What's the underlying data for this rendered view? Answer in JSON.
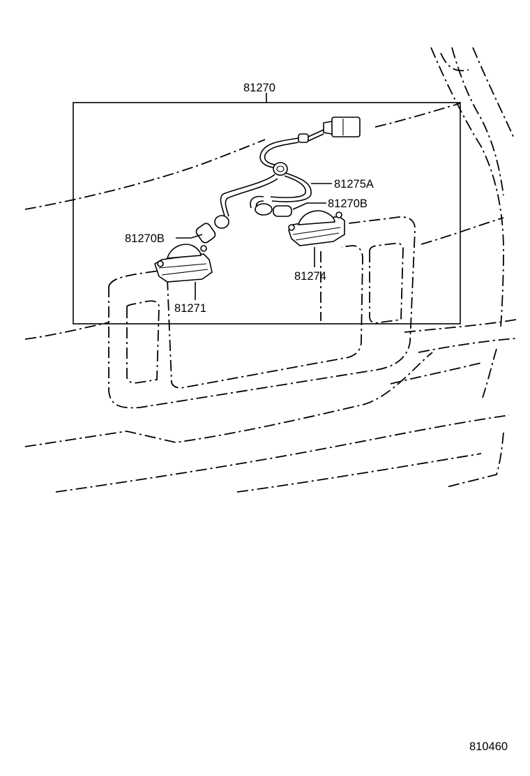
{
  "labels": {
    "assembly": "81270",
    "wire": "81275A",
    "bulb_right": "81270B",
    "bulb_left": "81270B",
    "lamp_right": "81274",
    "lamp_left": "81271",
    "diagram_id": "810460"
  }
}
